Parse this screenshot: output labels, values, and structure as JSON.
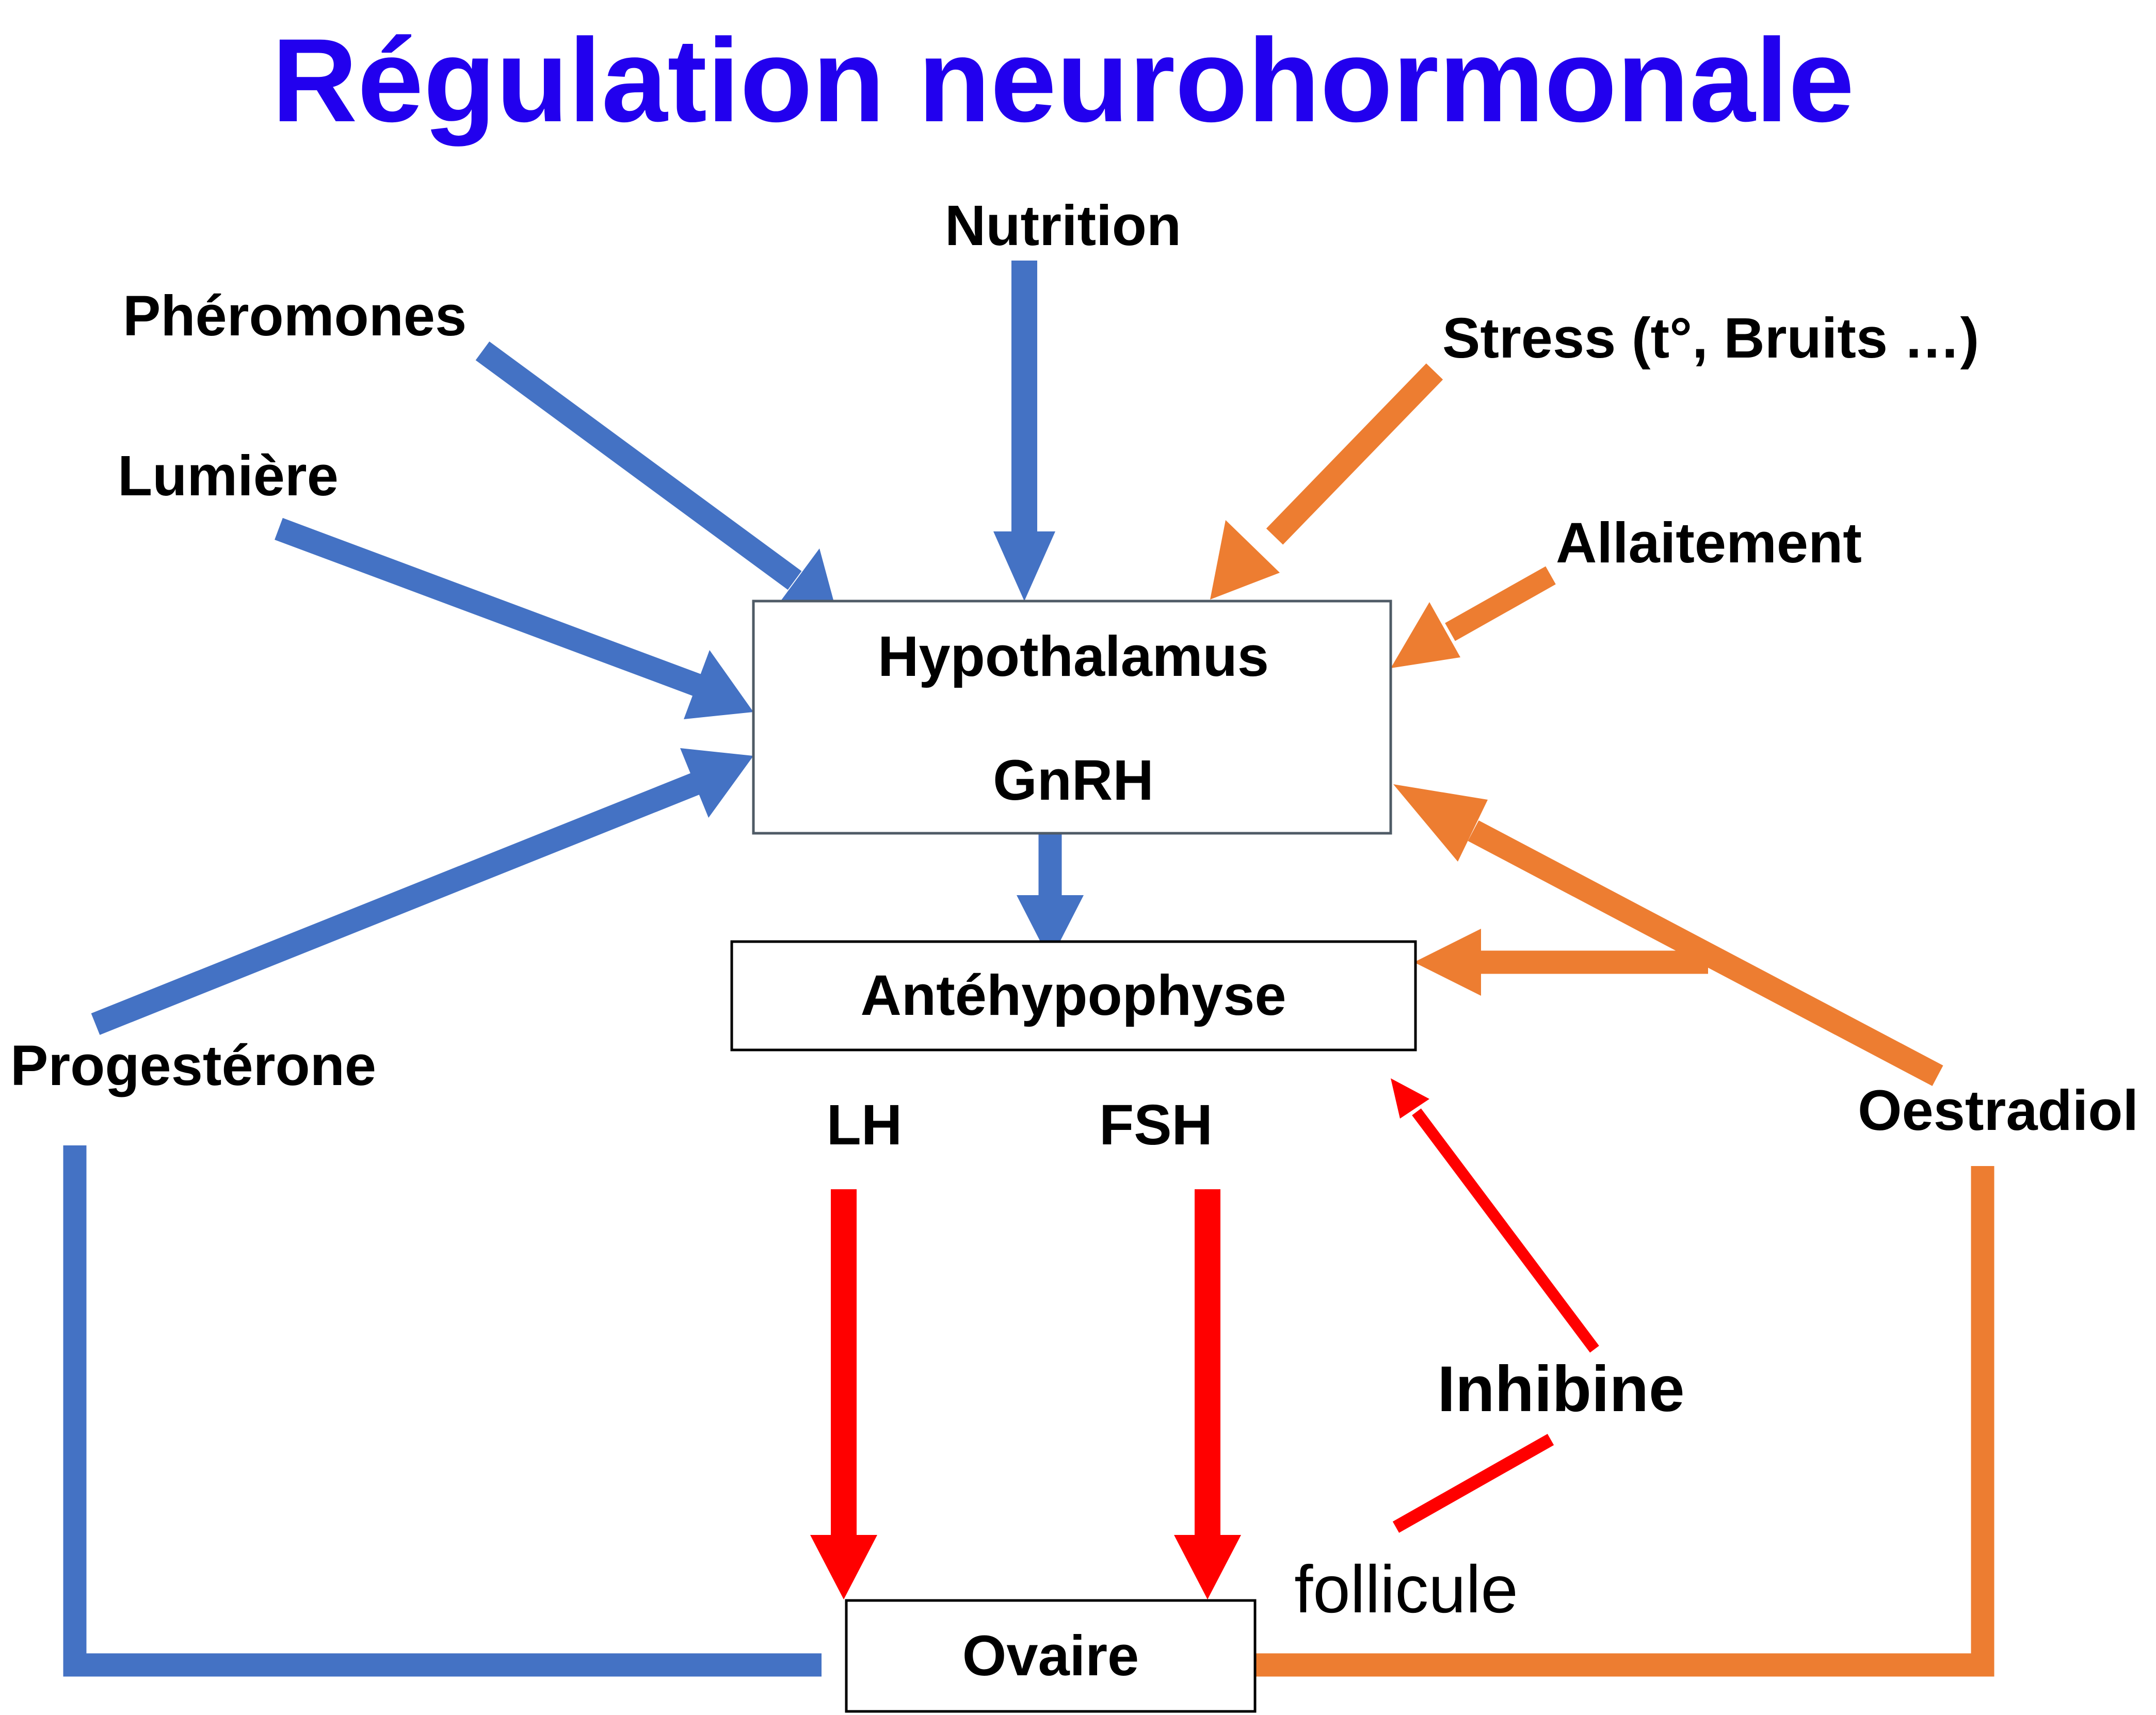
{
  "title": "Régulation neurohormonale",
  "colors": {
    "title": "#2200ee",
    "blue": "#4472c4",
    "orange": "#ed7d31",
    "red": "#ff0000",
    "box_border_hypothalamus": "#4f5b66",
    "box_border": "#000000"
  },
  "nodes": {
    "hypothalamus": {
      "title": "Hypothalamus",
      "hormone": "GnRH"
    },
    "antehypophyse": {
      "label": "Antéhypophyse"
    },
    "ovaire": {
      "label": "Ovaire"
    }
  },
  "factors": {
    "pheromones": "Phéromones",
    "lumiere": "Lumière",
    "nutrition": "Nutrition",
    "stress": "Stress (t°, Bruits …)",
    "allaitement": "Allaitement"
  },
  "hormones": {
    "lh": "LH",
    "fsh": "FSH",
    "progesterone": "Progestérone",
    "oestradiol": "Oestradiol",
    "inhibine": "Inhibine"
  },
  "follicule": "follicule"
}
